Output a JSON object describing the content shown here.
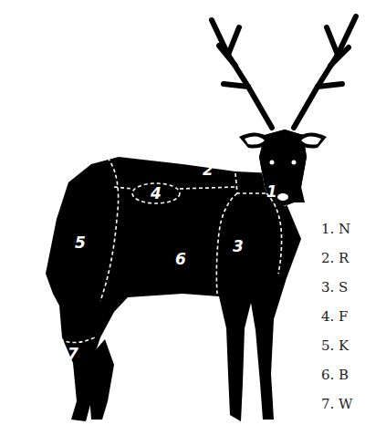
{
  "diagram": {
    "labels": [
      "1",
      "2",
      "3",
      "4",
      "5",
      "6",
      "7",
      "1. N",
      "2. R",
      "3. S",
      "4. F",
      "5. K",
      "6. B",
      "7. W"
    ]
  }
}
